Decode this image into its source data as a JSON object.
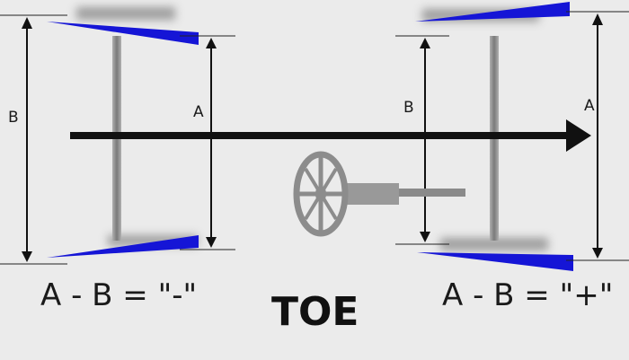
{
  "labels": {
    "left_outer": "B",
    "left_inner": "A",
    "right_inner": "B",
    "right_outer": "A"
  },
  "left_equation": "A - B = \"-\"",
  "right_equation": "A - B = \"+\"",
  "title": "TOE",
  "colors": {
    "background": "#ebebeb",
    "tire": "#1515d6",
    "axle": "#8c8c8c",
    "arrow": "#111111"
  },
  "icons": [
    "steering-wheel-icon",
    "arrow-right-icon"
  ]
}
